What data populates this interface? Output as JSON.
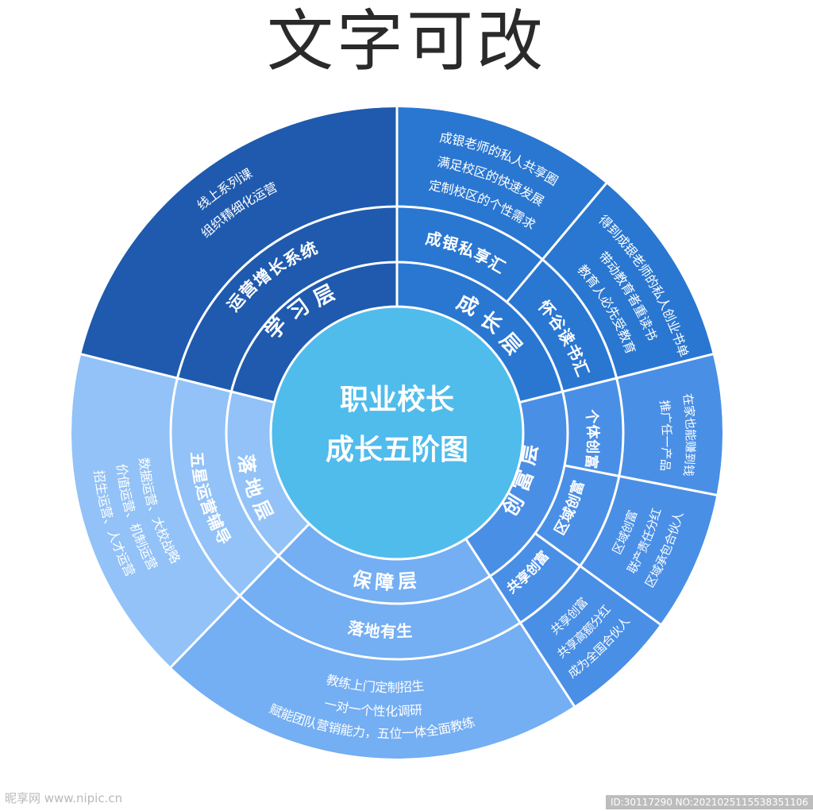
{
  "title": "文字可改",
  "center": {
    "line1": "职业校长",
    "line2": "成长五阶图"
  },
  "colors": {
    "center": "#50BCEC",
    "learning": "#1F5AAE",
    "growth": "#2A77D2",
    "wealth": "#4A8FE6",
    "assurance": "#74AEF3",
    "landing": "#92C2F7",
    "border": "#ffffff"
  },
  "layers": {
    "learning": {
      "name": "学习层",
      "sub": "运营增长系统",
      "desc": [
        "线上系列课",
        "组织精细化运营"
      ]
    },
    "growth": {
      "name": "成长层",
      "sub1": "成银私享汇",
      "sub2": "怀谷读书汇",
      "desc1": [
        "成银老师的私人共享圈",
        "满足校区的快速发展",
        "定制校区的个性需求"
      ],
      "desc2": [
        "得到成银老师的私人创业书单",
        "带动教育者重读书",
        "教育人必先受教育"
      ]
    },
    "wealth": {
      "name": "创富层",
      "sub1": "个体创富",
      "sub2": "区域创富",
      "sub3": "共享创富",
      "desc1": [
        "在家也能赚到钱",
        "推广任一产品"
      ],
      "desc2": [
        "区域承包合伙人",
        "联产责任分红",
        "区域创富"
      ],
      "desc3": [
        "成为全国合伙人",
        "共享高额分红",
        "共享创富"
      ]
    },
    "assurance": {
      "name": "保障层",
      "sub": "落地有生",
      "desc": [
        "教练上门定制招生",
        "一对一个性化调研",
        "赋能团队营销能力，五位一体全面教练"
      ]
    },
    "landing": {
      "name": "落地层",
      "sub": "五星运营辅导",
      "desc": [
        "招生运营、人才运营",
        "价值运营、机制运营",
        "数据运营、大校战略"
      ]
    }
  },
  "watermark": {
    "site": "昵享网 www.nipic.cn",
    "id": "ID:30117290 NO:20210251155383​51106"
  }
}
